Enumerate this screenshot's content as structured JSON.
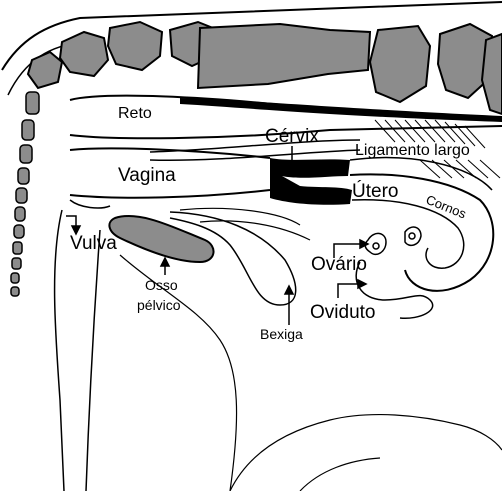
{
  "labels": {
    "reto": "Reto",
    "cervix": "Cérvix",
    "ligamento_largo": "Ligamento largo",
    "vagina": "Vagina",
    "utero": "Útero",
    "cornos": "Cornos",
    "vulva": "Vulva",
    "ovario": "Ovário",
    "osso_pelvico_line1": "Osso",
    "osso_pelvico_line2": "pélvico",
    "oviduto": "Oviduto",
    "bexiga": "Bexiga"
  },
  "colors": {
    "bone": "#8c8c8c",
    "ink": "#000000",
    "background": "#ffffff"
  }
}
